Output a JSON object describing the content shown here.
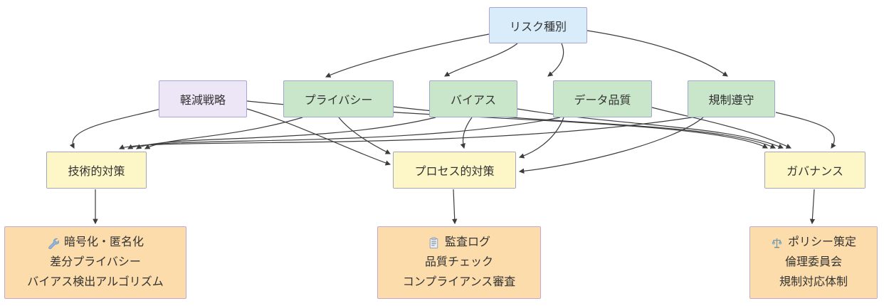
{
  "diagram": {
    "type": "flowchart",
    "background_color": "#ffffff",
    "edge_color": "#3c3c3c",
    "text_color": "#333333",
    "palette": {
      "risk": {
        "fill": "#d9ecfa",
        "border": "#a9a4d8"
      },
      "strategy": {
        "fill": "#ece6f6",
        "border": "#a9a4d8"
      },
      "category": {
        "fill": "#c9e6ca",
        "border": "#9fa6cf"
      },
      "action": {
        "fill": "#fdf6c6",
        "border": "#a6a6ba"
      },
      "detail": {
        "fill": "#fcdcab",
        "border": "#c7a7cb"
      }
    },
    "nodes": [
      {
        "id": "risk",
        "kind": "risk",
        "label": "リスク種別"
      },
      {
        "id": "mitigation",
        "kind": "strategy",
        "label": "軽減戦略"
      },
      {
        "id": "privacy",
        "kind": "category",
        "label": "プライバシー"
      },
      {
        "id": "bias",
        "kind": "category",
        "label": "バイアス"
      },
      {
        "id": "quality",
        "kind": "category",
        "label": "データ品質"
      },
      {
        "id": "regulation",
        "kind": "category",
        "label": "規制遵守"
      },
      {
        "id": "tech",
        "kind": "action",
        "label": "技術的対策"
      },
      {
        "id": "process",
        "kind": "action",
        "label": "プロセス的対策"
      },
      {
        "id": "governance",
        "kind": "action",
        "label": "ガバナンス"
      },
      {
        "id": "detail_tech",
        "kind": "detail",
        "icon": "wrench-icon",
        "lines": [
          "暗号化・匿名化",
          "差分プライバシー",
          "バイアス検出アルゴリズム"
        ]
      },
      {
        "id": "detail_process",
        "kind": "detail",
        "icon": "clipboard-icon",
        "lines": [
          "監査ログ",
          "品質チェック",
          "コンプライアンス審査"
        ]
      },
      {
        "id": "detail_governance",
        "kind": "detail",
        "icon": "scales-icon",
        "lines": [
          "ポリシー策定",
          "倫理委員会",
          "規制対応体制"
        ]
      }
    ],
    "edges": [
      {
        "from": "risk",
        "to": "privacy"
      },
      {
        "from": "risk",
        "to": "bias"
      },
      {
        "from": "risk",
        "to": "quality"
      },
      {
        "from": "risk",
        "to": "regulation"
      },
      {
        "from": "mitigation",
        "to": "tech"
      },
      {
        "from": "mitigation",
        "to": "process"
      },
      {
        "from": "mitigation",
        "to": "governance"
      },
      {
        "from": "privacy",
        "to": "tech"
      },
      {
        "from": "privacy",
        "to": "process"
      },
      {
        "from": "privacy",
        "to": "governance"
      },
      {
        "from": "bias",
        "to": "tech"
      },
      {
        "from": "bias",
        "to": "process"
      },
      {
        "from": "bias",
        "to": "governance"
      },
      {
        "from": "quality",
        "to": "tech"
      },
      {
        "from": "quality",
        "to": "process"
      },
      {
        "from": "quality",
        "to": "governance"
      },
      {
        "from": "regulation",
        "to": "tech"
      },
      {
        "from": "regulation",
        "to": "process"
      },
      {
        "from": "regulation",
        "to": "governance"
      },
      {
        "from": "tech",
        "to": "detail_tech"
      },
      {
        "from": "process",
        "to": "detail_process"
      },
      {
        "from": "governance",
        "to": "detail_governance"
      }
    ]
  }
}
